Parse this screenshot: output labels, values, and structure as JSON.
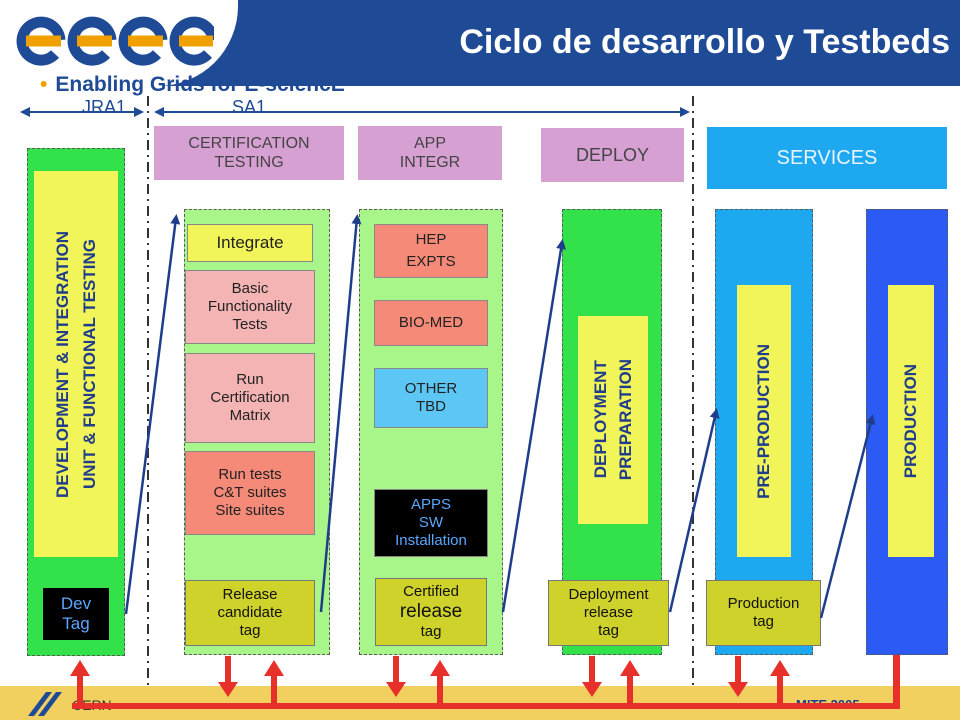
{
  "header": {
    "title": "Ciclo de desarrollo y Testbeds",
    "logo_text": "egee",
    "tagline": "Enabling Grids for E-sciencE"
  },
  "top_labels": {
    "jra1": "JRA1",
    "sa1": "SA1"
  },
  "phases": {
    "certification": "CERTIFICATION\nTESTING",
    "app_integr": "APP\nINTEGR",
    "deploy": "DEPLOY",
    "services": "SERVICES"
  },
  "dev_column": {
    "label": "DEVELOPMENT & INTEGRATION\nUNIT & FUNCTIONAL TESTING",
    "tag": "Dev\nTag"
  },
  "cert_column": {
    "items": [
      "Integrate",
      "Basic\nFunctionality\nTests",
      "Run\nCertification\nMatrix",
      "Run tests\nC&T suites\nSite suites"
    ],
    "tag": "Release\ncandidate\ntag"
  },
  "app_column": {
    "items": [
      "HEP\nEXPTS",
      "BIO-MED",
      "OTHER\nTBD",
      "APPS\nSW\nInstallation"
    ],
    "tag_line1": "Certified",
    "tag_line2": "release",
    "tag_line3": "tag"
  },
  "deploy_column": {
    "label": "DEPLOYMENT\nPREPARATION",
    "tag": "Deployment\nrelease\ntag"
  },
  "preprod_column": {
    "label": "PRE-PRODUCTION",
    "tag": "Production\ntag"
  },
  "prod_column": {
    "label": "PRODUCTION"
  },
  "footer": {
    "left": "CERN",
    "right": "MITE 2005"
  },
  "colors": {
    "header_blue": "#1f4a96",
    "logo_orange": "#f0a000",
    "green_column": "#33e14a",
    "light_green": "#a8f58a",
    "purple_phase": "#d6a0d2",
    "service_blue": "#1ea8f0",
    "deep_blue": "#2b5af5",
    "label_yellow": "#f2f55a",
    "tag_olive": "#d0d22c",
    "salmon": "#f58a78",
    "pink": "#f5b4b4",
    "arrow_red": "#e8302a"
  }
}
